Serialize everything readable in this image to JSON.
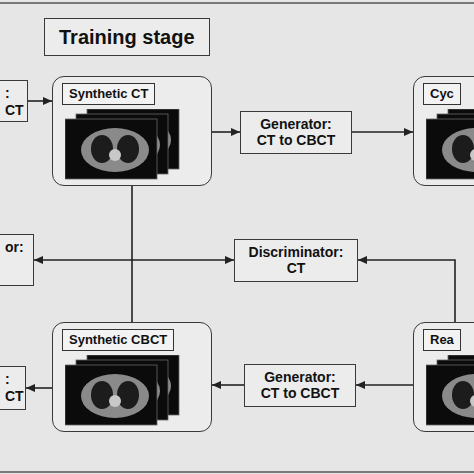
{
  "diagram": {
    "title": "Training stage",
    "nodes": [
      {
        "text": [
          ":",
          "CT"
        ]
      },
      {
        "text": [
          "Synthetic CT"
        ]
      },
      {
        "text": [
          "Generator: CT to CBCT"
        ]
      },
      {
        "text": [
          "Cyc"
        ]
      },
      {
        "text": [
          "or:"
        ]
      },
      {
        "text": [
          "Discriminator: CT"
        ]
      },
      {
        "text": [
          "Synthetic CBCT"
        ]
      },
      {
        "text": [
          "Generator: CT to CBCT"
        ]
      },
      {
        "text": [
          ":",
          "CT"
        ]
      },
      {
        "text": [
          "Rea"
        ]
      }
    ],
    "edges": [
      {
        "from": 0,
        "to": 1,
        "arrow": "to"
      },
      {
        "from": 1,
        "to": 2,
        "arrow": "to"
      },
      {
        "from": 2,
        "to": 3,
        "arrow": "to"
      },
      {
        "from": 1,
        "to": 5,
        "arrow": "to"
      },
      {
        "from": 6,
        "to": 4,
        "arrow": "to"
      },
      {
        "from": 9,
        "to": 5,
        "arrow": "to"
      },
      {
        "from": 9,
        "to": 7,
        "arrow": "to"
      },
      {
        "from": 7,
        "to": 6,
        "arrow": "to"
      },
      {
        "from": 6,
        "to": 8,
        "arrow": "to"
      }
    ]
  }
}
